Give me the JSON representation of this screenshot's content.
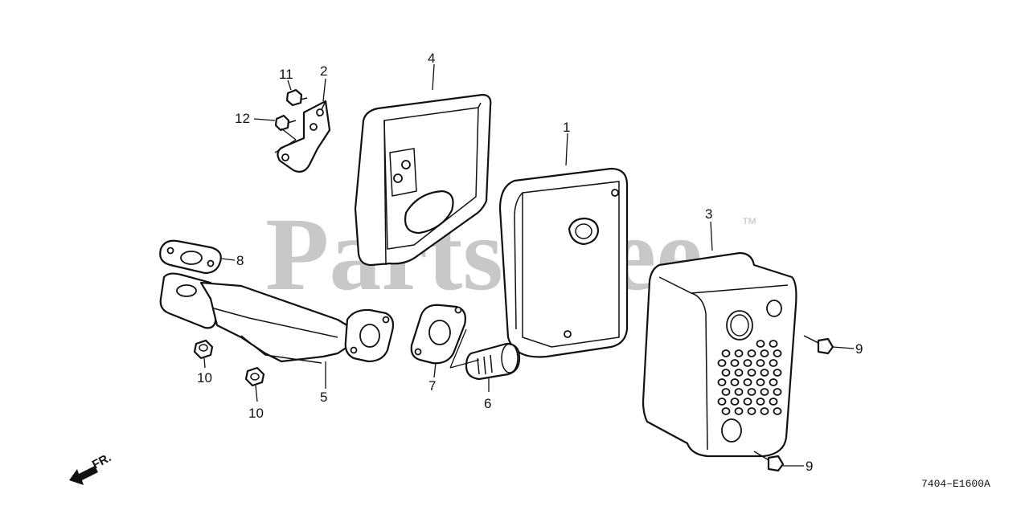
{
  "watermark": {
    "text": "PartsTree",
    "trademark": "™"
  },
  "diagram_code": "7404–E1600A",
  "direction_label": "FR.",
  "callouts": [
    {
      "id": "1",
      "text": "1"
    },
    {
      "id": "2",
      "text": "2"
    },
    {
      "id": "3",
      "text": "3"
    },
    {
      "id": "4",
      "text": "4"
    },
    {
      "id": "5",
      "text": "5"
    },
    {
      "id": "6",
      "text": "6"
    },
    {
      "id": "7",
      "text": "7"
    },
    {
      "id": "8",
      "text": "8"
    },
    {
      "id": "9a",
      "text": "9"
    },
    {
      "id": "9b",
      "text": "9"
    },
    {
      "id": "10a",
      "text": "10"
    },
    {
      "id": "10b",
      "text": "10"
    },
    {
      "id": "11",
      "text": "11"
    },
    {
      "id": "12",
      "text": "12"
    }
  ],
  "colors": {
    "line": "#111111",
    "watermark": "#c8c8c8",
    "background": "#ffffff"
  }
}
